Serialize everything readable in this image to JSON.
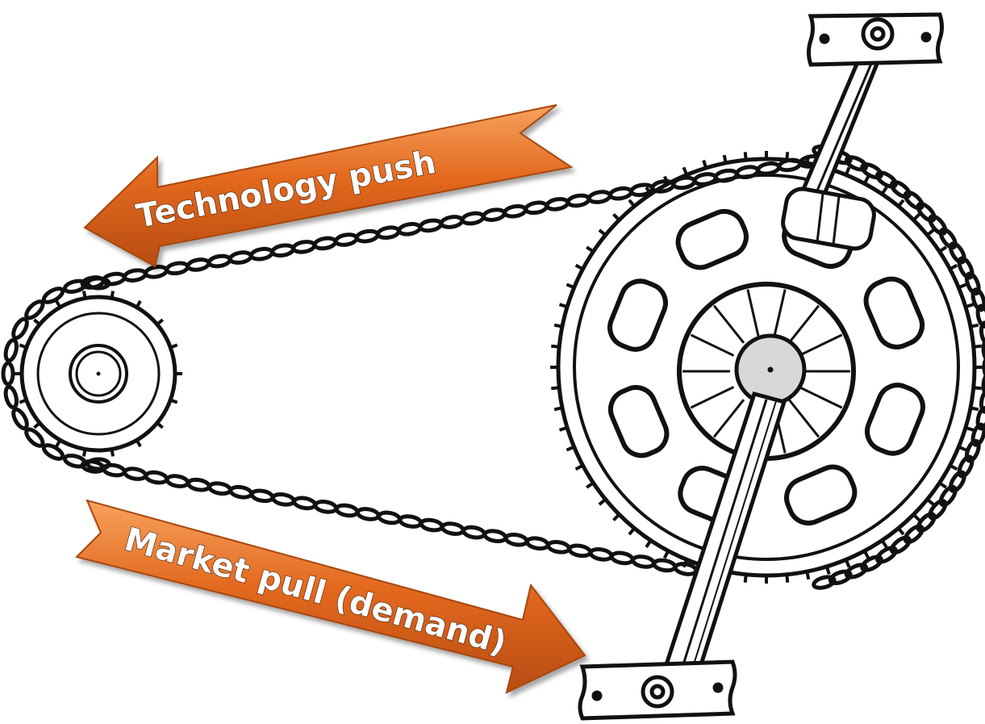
{
  "diagram": {
    "arrows": [
      {
        "id": "technology-push",
        "label": "Technology push",
        "direction": "left"
      },
      {
        "id": "market-pull",
        "label": "Market pull (demand)",
        "direction": "right"
      }
    ],
    "components": [
      "pedal-top",
      "crank-arm",
      "chainring",
      "chain",
      "rear-sprocket",
      "pedal-bottom"
    ],
    "colors": {
      "arrow_fill": "#e0631c",
      "arrow_highlight": "#f59a52",
      "arrow_shadow": "#9c3e0c",
      "ink": "#111111",
      "background": "#ffffff"
    }
  }
}
